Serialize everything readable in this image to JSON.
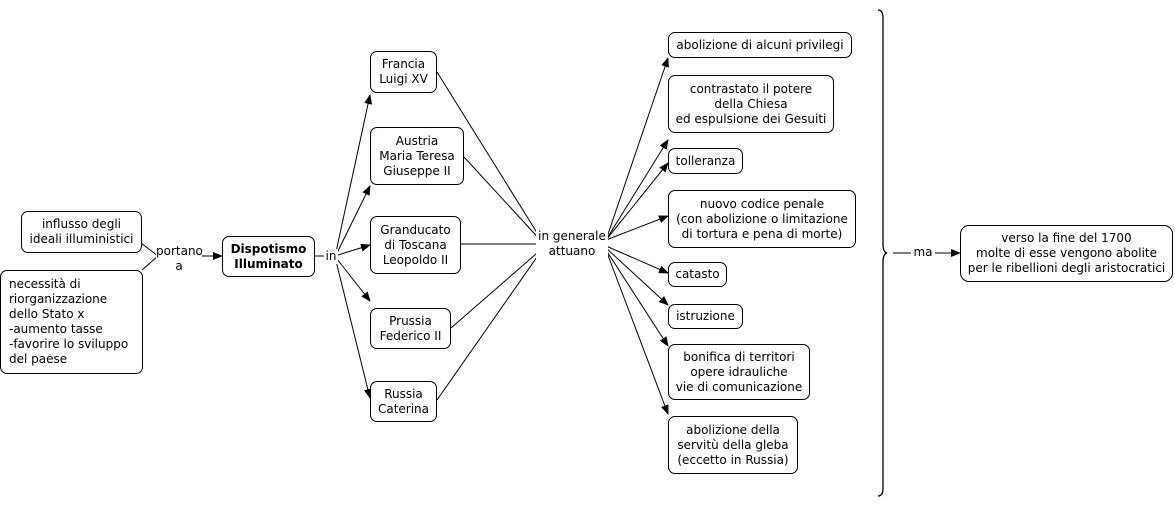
{
  "nodes": {
    "influsso": "influsso degli\nideali illuministici",
    "necessita": "necessità di\nriorganizzazione\ndello Stato x\n -aumento tasse\n -favorire lo sviluppo\n   del paese",
    "dispotismo": "Dispotismo\nIlluminato",
    "francia": "Francia\nLuigi XV",
    "austria": "Austria\nMaria Teresa\nGiuseppe II",
    "toscana": "Granducato\ndi Toscana\nLeopoldo II",
    "prussia": "Prussia\nFederico II",
    "russia": "Russia\nCaterina",
    "privilegi": "abolizione di alcuni privilegi",
    "chiesa": "contrastato il potere\ndella Chiesa\ned espulsione dei Gesuiti",
    "tolleranza": "tolleranza",
    "codice": "nuovo codice penale\n(con abolizione o limitazione\ndi tortura e pena di morte)",
    "catasto": "catasto",
    "istruzione": "istruzione",
    "bonifica": "bonifica di territori\nopere idrauliche\nvie di comunicazione",
    "servitu": "abolizione della\nservitù della gleba\n(eccetto in Russia)",
    "fine1700": "verso la fine del 1700\nmolte di esse vengono abolite\nper le ribellioni degli aristocratici"
  },
  "labels": {
    "portano": "portano\na",
    "in": "in",
    "attuano": "in generale\nattuano",
    "ma": "ma"
  }
}
